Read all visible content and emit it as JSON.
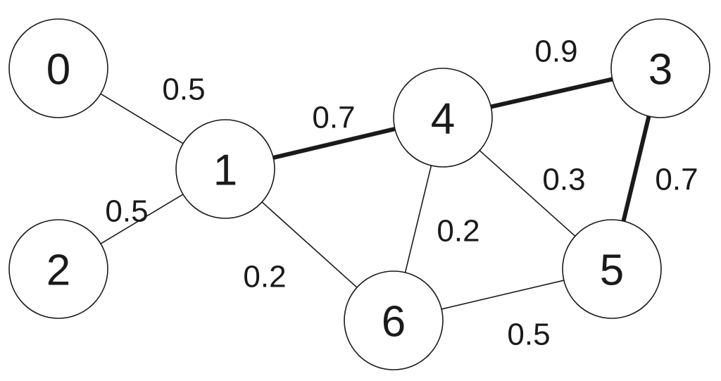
{
  "graph": {
    "nodes": [
      {
        "id": "0",
        "label": "0"
      },
      {
        "id": "1",
        "label": "1"
      },
      {
        "id": "2",
        "label": "2"
      },
      {
        "id": "3",
        "label": "3"
      },
      {
        "id": "4",
        "label": "4"
      },
      {
        "id": "5",
        "label": "5"
      },
      {
        "id": "6",
        "label": "6"
      }
    ],
    "edges": [
      {
        "from": "0",
        "to": "1",
        "weight": "0.5",
        "highlighted": false
      },
      {
        "from": "2",
        "to": "1",
        "weight": "0.5",
        "highlighted": false
      },
      {
        "from": "1",
        "to": "4",
        "weight": "0.7",
        "highlighted": true
      },
      {
        "from": "1",
        "to": "6",
        "weight": "0.2",
        "highlighted": false
      },
      {
        "from": "4",
        "to": "3",
        "weight": "0.9",
        "highlighted": true
      },
      {
        "from": "3",
        "to": "5",
        "weight": "0.7",
        "highlighted": true
      },
      {
        "from": "4",
        "to": "5",
        "weight": "0.3",
        "highlighted": false
      },
      {
        "from": "4",
        "to": "6",
        "weight": "0.2",
        "highlighted": false
      },
      {
        "from": "6",
        "to": "5",
        "weight": "0.5",
        "highlighted": false
      }
    ]
  },
  "colors": {
    "stroke": "#1a1a1a",
    "background": "#ffffff"
  }
}
